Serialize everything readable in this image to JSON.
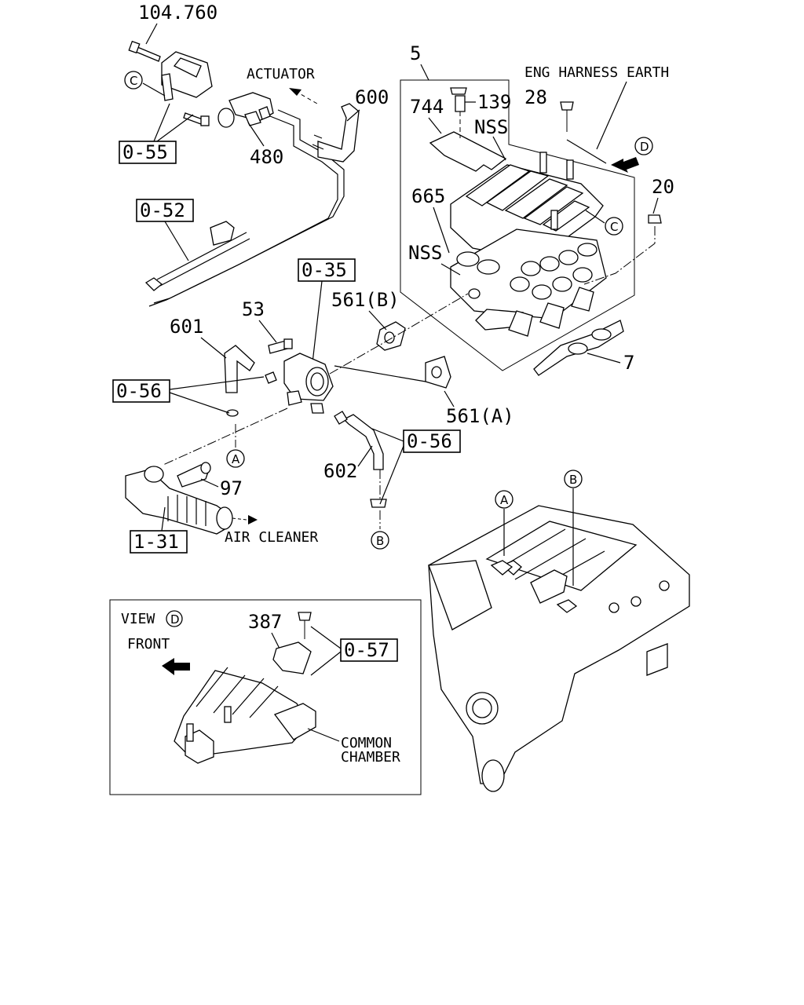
{
  "labels": {
    "p104_760": "104.760",
    "actuator": "ACTUATOR",
    "p600": "600",
    "p480": "480",
    "p5": "5",
    "eng_harness_earth": "ENG HARNESS EARTH",
    "p744": "744",
    "p139": "139",
    "p28": "28",
    "nss_top": "NSS",
    "nss_mid": "NSS",
    "p665": "665",
    "p20": "20",
    "p53": "53",
    "p601": "601",
    "p561b": "561(B)",
    "p561a": "561(A)",
    "p7": "7",
    "p97": "97",
    "p602": "602",
    "air_cleaner": "AIR CLEANER",
    "view": "VIEW",
    "front": "FRONT",
    "p387": "387",
    "common": "COMMON",
    "chamber": "CHAMBER"
  },
  "refs": {
    "r0_55": "0-55",
    "r0_52": "0-52",
    "r0_35": "0-35",
    "r0_56a": "0-56",
    "r0_56b": "0-56",
    "r1_31": "1-31",
    "r0_57": "0-57"
  },
  "markers": {
    "c1": "C",
    "c2": "C",
    "d1": "D",
    "d2": "D",
    "a1": "A",
    "a2": "A",
    "b1": "B",
    "b2": "B"
  }
}
